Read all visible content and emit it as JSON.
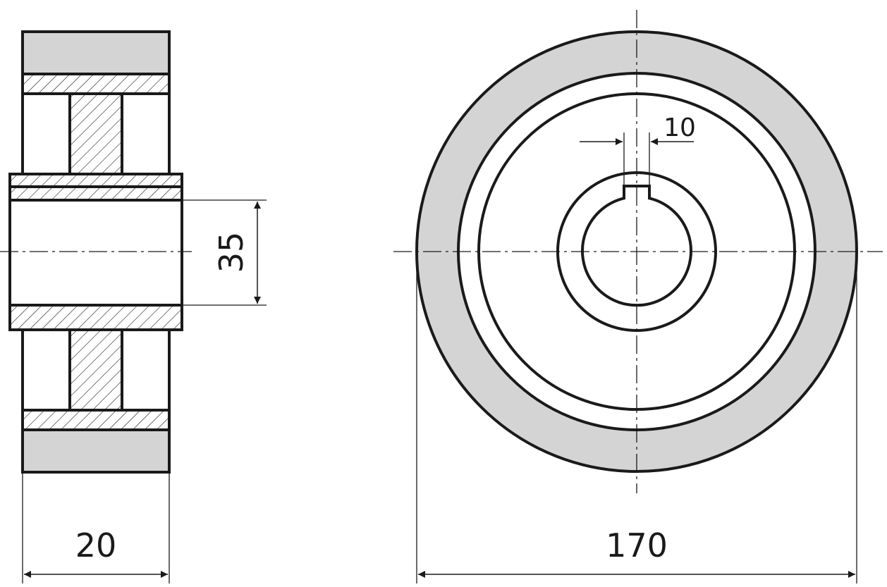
{
  "dimensions": {
    "width_label": "20",
    "bore_label": "35",
    "keyway_label": "10",
    "outer_diameter_label": "170"
  },
  "colors": {
    "stroke": "#1a1a1a",
    "tread_fill": "#d4d4d4",
    "background": "#ffffff"
  }
}
